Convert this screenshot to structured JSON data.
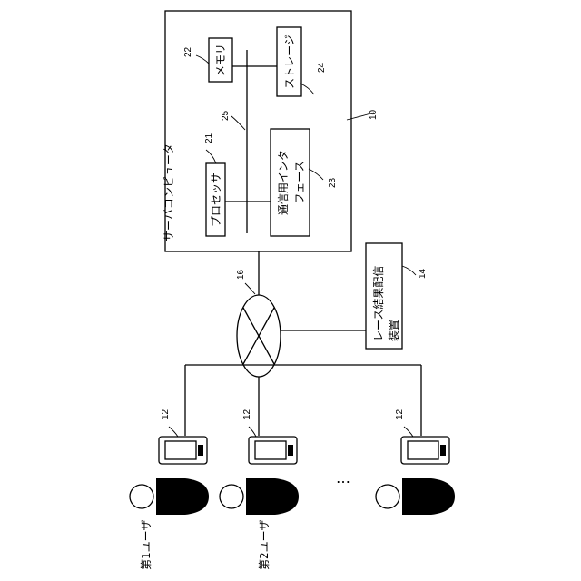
{
  "server": {
    "label": "サーバコンピュータ",
    "ref": "10",
    "memory": {
      "label": "メモリ",
      "ref": "22"
    },
    "storage": {
      "label": "ストレージ",
      "ref": "24"
    },
    "bus": {
      "ref": "25"
    },
    "processor": {
      "label": "プロセッサ",
      "ref": "21"
    },
    "comm_if": {
      "label_line1": "通信用インタ",
      "label_line2": "フェース",
      "ref": "23"
    }
  },
  "network": {
    "ref": "16"
  },
  "race_distribution": {
    "label_line1": "レース結果配信",
    "label_line2": "装置",
    "ref": "14"
  },
  "terminals": [
    {
      "ref": "12"
    },
    {
      "ref": "12"
    },
    {
      "ref": "12"
    }
  ],
  "users": [
    {
      "label": "第1ユーザ"
    },
    {
      "label": "第2ユーザ"
    }
  ],
  "ellipsis": "…"
}
